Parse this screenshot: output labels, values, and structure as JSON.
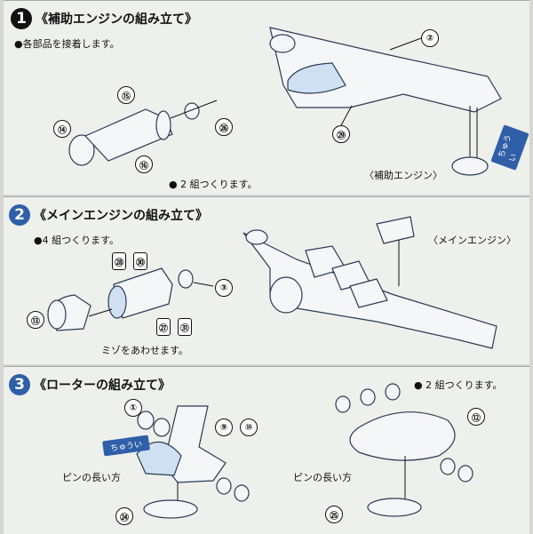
{
  "section1": {
    "number": "1",
    "title": "《補助エンジンの組み立て》",
    "note": "●各部品を接着します。",
    "parts": [
      "⑮",
      "⑭",
      "㉖",
      "⑯",
      "②",
      "㉙"
    ],
    "count_note": "● 2 組つくります。",
    "engine_label": "〈補助エンジン〉",
    "arrow_tag": "ちゅうい"
  },
  "section2": {
    "number": "2",
    "title": "《メインエンジンの組み立て》",
    "note": "●4 組つくります。",
    "parts": [
      "㉘",
      "㉚",
      "③",
      "⑬",
      "㉗",
      "㉛"
    ],
    "groove_note": "ミゾをあわせます。",
    "engine_label": "〈メインエンジン〉"
  },
  "section3": {
    "number": "3",
    "title": "《ローターの組み立て》",
    "count_note": "● 2 組つくります。",
    "parts": [
      "①",
      "⑨",
      "⑩",
      "㉔",
      "⑫",
      "㉕"
    ],
    "pin_label": "ピンの長い方",
    "arrow_tag": "ちゅうい"
  }
}
